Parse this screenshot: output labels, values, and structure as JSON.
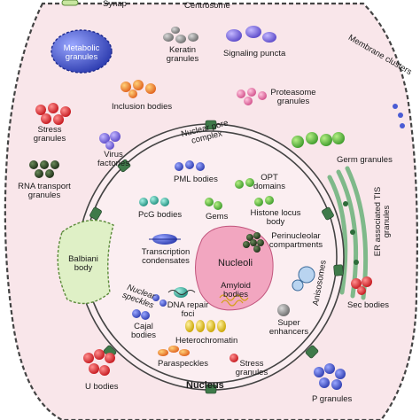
{
  "labels": {
    "synapse": "Synap",
    "centrosome": "Centrosome",
    "metabolic": "Metabolic granules",
    "keratin": "Keratin granules",
    "signaling": "Signaling puncta",
    "membrane_clusters": "Membrane clusters",
    "inclusion": "Inclusion bodies",
    "proteasome": "Proteasome granules",
    "stress_cyto": "Stress granules",
    "nuclear_pore": "Nuclear pore complex",
    "virus": "Virus factories",
    "germ": "Germ granules",
    "pml": "PML bodies",
    "opt": "OPT domains",
    "rna_transport": "RNA transport granules",
    "pcg": "PcG bodies",
    "gems": "Gems",
    "histone": "Histone locus body",
    "er_tis": "ER associated TIS granules",
    "perinucleolar": "Perinucleolar compartments",
    "transcription": "Transcription condensates",
    "balbiani": "Balbiani body",
    "nucleoli": "Nucleoli",
    "anisosomes": "Anisosomes",
    "amyloid": "Amyloid bodies",
    "speckles": "Nuclear speckles",
    "dna_repair": "DNA repair foci",
    "sec": "Sec bodies",
    "cajal": "Cajal bodies",
    "super_enh": "Super enhancers",
    "heterochromatin": "Heterochromatin",
    "paraspeckles": "Paraspeckles",
    "stress_nuc": "Stress granules",
    "nucleus": "Nucleus",
    "u_bodies": "U bodies",
    "p_granules": "P granules"
  },
  "colors": {
    "cell_fill": "#f9e6ea",
    "cell_stroke": "#444444",
    "nucleus_fill": "#fbeef1",
    "nucleolus": "#f2a6c0",
    "balbiani": "#dff0c6",
    "metabolic": "#4a5bd4",
    "pore": "#3f7a4a",
    "er": "#7fb98a"
  }
}
